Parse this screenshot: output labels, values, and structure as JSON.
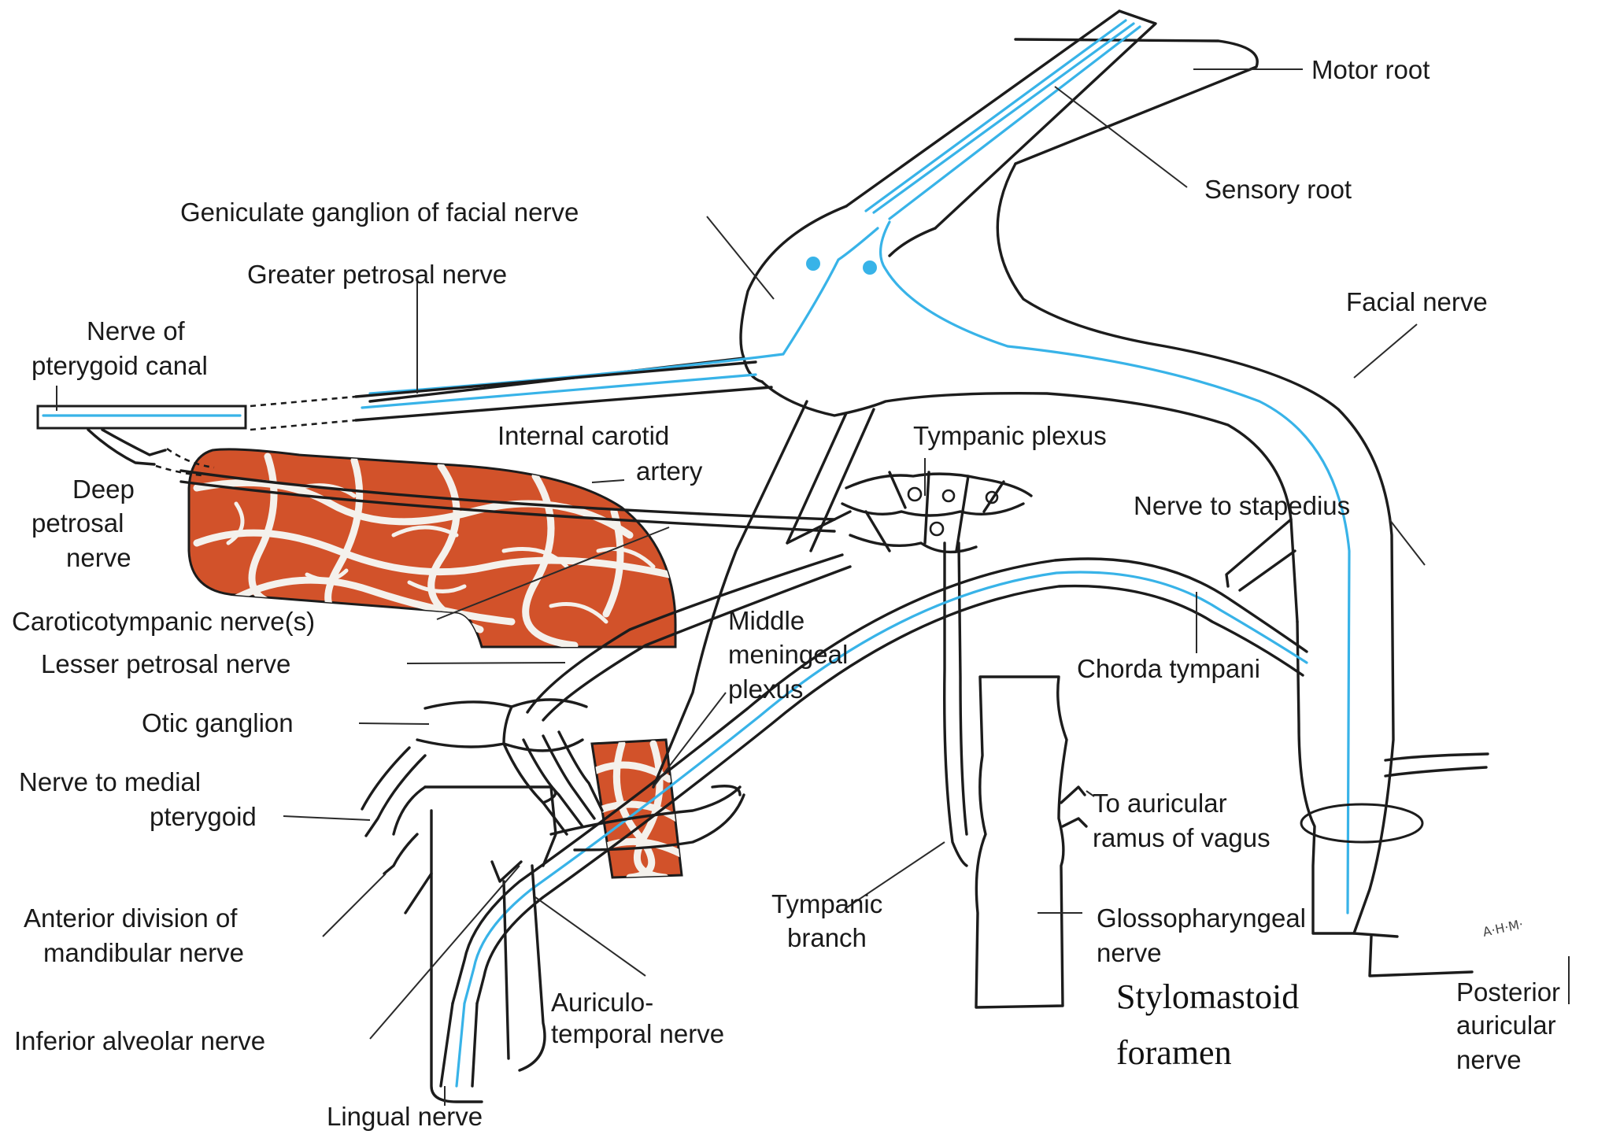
{
  "diagram": {
    "labels": {
      "motor_root": "Motor root",
      "sensory_root": "Sensory root",
      "geniculate_ganglion": "Geniculate ganglion of facial nerve",
      "greater_petrosal": "Greater petrosal nerve",
      "facial_nerve": "Facial nerve",
      "nerve_pterygoid_canal_1": "Nerve of",
      "nerve_pterygoid_canal_2": "pterygoid canal",
      "internal_carotid_1": "Internal carotid",
      "internal_carotid_2": "artery",
      "tympanic_plexus": "Tympanic plexus",
      "deep_petrosal_1": "Deep",
      "deep_petrosal_2": "petrosal",
      "deep_petrosal_3": "nerve",
      "nerve_to_stapedius": "Nerve to stapedius",
      "caroticotympanic": "Caroticotympanic nerve(s)",
      "middle_meningeal_1": "Middle",
      "middle_meningeal_2": "meningeal",
      "middle_meningeal_3": "plexus",
      "lesser_petrosal": "Lesser petrosal nerve",
      "chorda_tympani": "Chorda tympani",
      "otic_ganglion": "Otic ganglion",
      "nerve_medial_pterygoid_1": "Nerve to medial",
      "nerve_medial_pterygoid_2": "pterygoid",
      "auricular_ramus_1": "To auricular",
      "auricular_ramus_2": "ramus of vagus",
      "anterior_division_1": "Anterior division of",
      "anterior_division_2": "mandibular nerve",
      "tympanic_branch_1": "Tympanic",
      "tympanic_branch_2": "branch",
      "glossopharyngeal_1": "Glossopharyngeal",
      "glossopharyngeal_2": "nerve",
      "auriculotemporal_1": "Auriculo-",
      "auriculotemporal_2": "temporal nerve",
      "stylomastoid_1": "Stylomastoid",
      "stylomastoid_2": "foramen",
      "posterior_auricular_1": "Posterior",
      "posterior_auricular_2": "auricular",
      "posterior_auricular_3": "nerve",
      "inferior_alveolar": "Inferior alveolar nerve",
      "lingual_nerve": "Lingual nerve",
      "artist_initials": "A·H·M·"
    },
    "colors": {
      "artery": "#d2522a",
      "fiber": "#38b3e8",
      "outline": "#1c1c1c"
    }
  }
}
